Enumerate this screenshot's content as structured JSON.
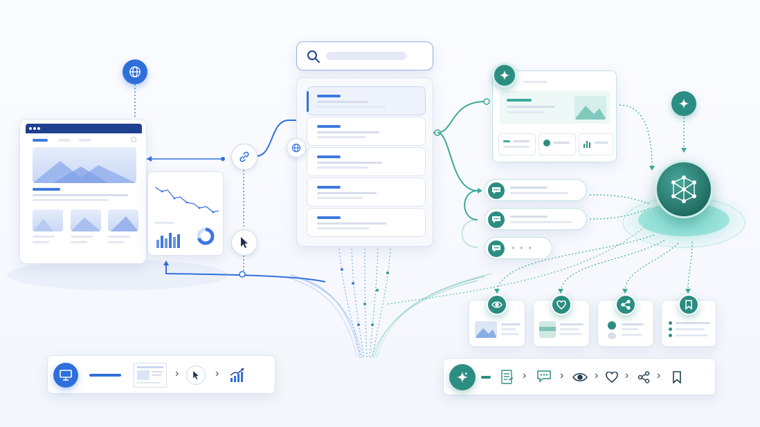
{
  "search": {
    "placeholder": ""
  },
  "colors": {
    "blue": "#2f6fdc",
    "teal": "#2c8d82",
    "card_border": "#dde4f0",
    "background": "#f5f7fc"
  },
  "icons": {
    "globe_node": "globe-icon",
    "link_node": "link-icon",
    "cursor_node": "cursor-icon",
    "sparkle_node": "sparkle-icon",
    "ai_hub": "neural-network-icon",
    "monitor": "monitor-icon",
    "eye": "eye-icon",
    "heart": "heart-icon",
    "share": "share-icon",
    "bookmark": "bookmark-icon",
    "chat": "chat-bubble-icon"
  },
  "search_results": [
    {
      "state": "highlighted"
    },
    {
      "state": "default"
    },
    {
      "state": "default"
    },
    {
      "state": "default"
    },
    {
      "state": "default"
    }
  ],
  "chat_bubbles": [
    {
      "type": "text"
    },
    {
      "type": "text"
    },
    {
      "type": "typing",
      "dots": "• • •"
    }
  ],
  "engagement_cards": [
    "eye-icon",
    "heart-icon",
    "share-icon",
    "bookmark-icon"
  ],
  "bottom_left_flow": [
    "monitor-icon",
    "webpage-thumbnail",
    "cursor-icon",
    "growth-chart-icon"
  ],
  "bottom_right_flow": [
    "sparkle-icon",
    "document-icon",
    "chat-bubble-icon",
    "eye-icon",
    "heart-icon",
    "share-icon",
    "bookmark-icon"
  ],
  "arrow_glyph": "›"
}
